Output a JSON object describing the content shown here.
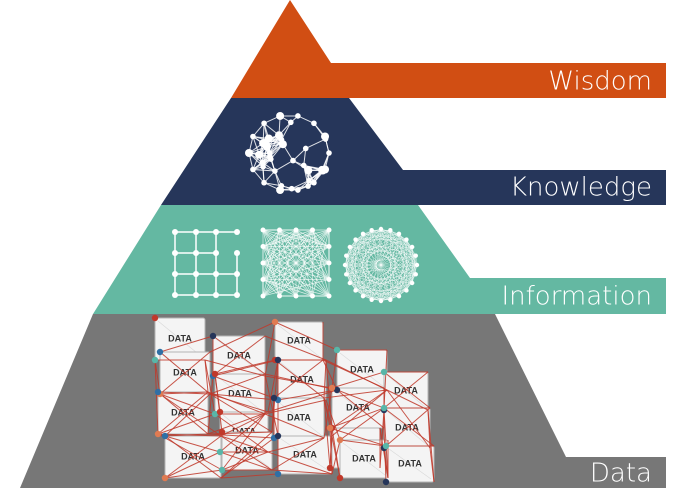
{
  "tiers": [
    {
      "id": "wisdom",
      "label": "Wisdom",
      "color": "#d14e13"
    },
    {
      "id": "knowledge",
      "label": "Knowledge",
      "color": "#26365a"
    },
    {
      "id": "information",
      "label": "Information",
      "color": "#64b8a2"
    },
    {
      "id": "data",
      "label": "Data",
      "color": "#777777"
    }
  ],
  "data_box_label": "DATA",
  "network_colors": [
    "#c0392b",
    "#2f6fa5",
    "#58b6a8",
    "#e07b52",
    "#26365a"
  ]
}
